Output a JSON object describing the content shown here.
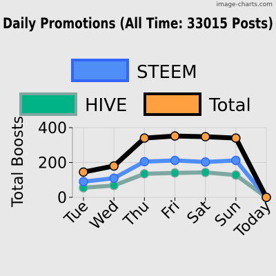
{
  "watermark": "image-charts.com",
  "chart_data": {
    "type": "line",
    "title": "Daily Promotions (All Time: 33015 Posts)",
    "ylabel": "Total Boosts",
    "xlabel": "",
    "categories": [
      "Tue",
      "Wed",
      "Thu",
      "Fri",
      "Sat",
      "Sun",
      "Today"
    ],
    "ylim": [
      0,
      400
    ],
    "yticks": [
      0,
      200,
      400
    ],
    "grid": true,
    "legend_position": "top",
    "series": [
      {
        "name": "STEEM",
        "color": "#4f8ef7",
        "marker_fill": "#4f8ef7",
        "values": [
          90,
          110,
          205,
          212,
          203,
          212,
          0
        ]
      },
      {
        "name": "HIVE",
        "color": "#7fa7a1",
        "marker_fill": "#00b386",
        "values": [
          55,
          68,
          135,
          140,
          143,
          128,
          0
        ]
      },
      {
        "name": "Total",
        "color": "#000000",
        "marker_fill": "#ffa040",
        "values": [
          145,
          180,
          340,
          352,
          348,
          340,
          0
        ]
      }
    ],
    "legend": [
      {
        "name": "STEEM",
        "fill": "#4f8ef7",
        "stroke": "#3366ff"
      },
      {
        "name": "HIVE",
        "fill": "#00b386",
        "stroke": "#7fa7a1"
      },
      {
        "name": "Total",
        "fill": "#ffa040",
        "stroke": "#000000"
      }
    ]
  }
}
